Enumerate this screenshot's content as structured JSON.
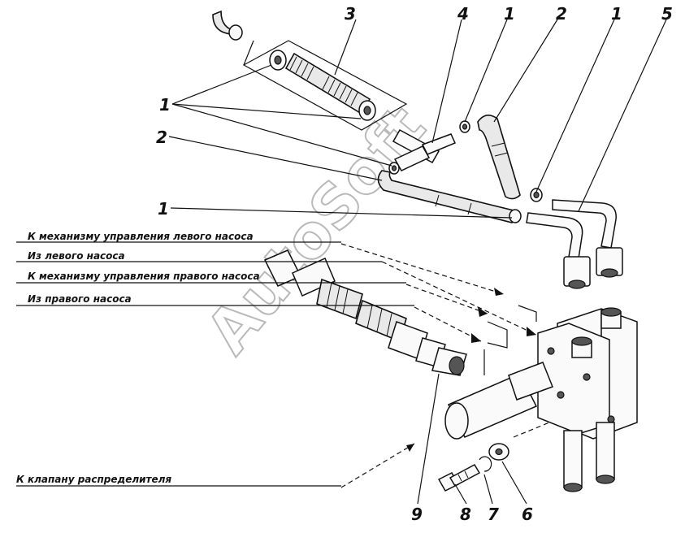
{
  "callouts": {
    "n1a": "1",
    "n1b": "1",
    "n1c": "1",
    "n1d": "1",
    "n2a": "2",
    "n2b": "2",
    "n3": "3",
    "n4": "4",
    "n5": "5",
    "n6": "6",
    "n7": "7",
    "n8": "8",
    "n9": "9"
  },
  "labels": {
    "left_pump_control": "К механизму управления левого насоса",
    "from_left_pump": "Из левого насоса",
    "right_pump_control": "К механизму управления правого насоса",
    "from_right_pump": "Из правого насоса",
    "to_valve": "К клапану распределителя"
  },
  "watermark": "AutoSoft"
}
